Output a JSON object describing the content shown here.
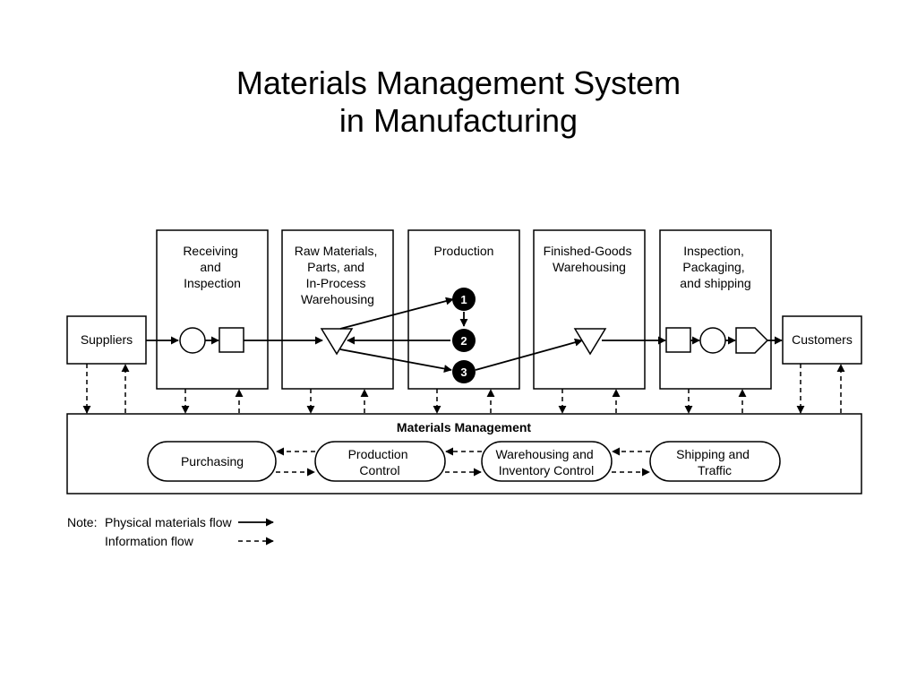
{
  "title": {
    "line1": "Materials Management System",
    "line2": "in Manufacturing"
  },
  "stages": [
    {
      "lines": [
        "Receiving",
        "and",
        "Inspection"
      ]
    },
    {
      "lines": [
        "Raw Materials,",
        "Parts, and",
        "In-Process",
        "Warehousing"
      ]
    },
    {
      "lines": [
        "Production"
      ]
    },
    {
      "lines": [
        "Finished-Goods",
        "Warehousing"
      ]
    },
    {
      "lines": [
        "Inspection,",
        "Packaging,",
        "and shipping"
      ]
    }
  ],
  "ends": {
    "suppliers": "Suppliers",
    "customers": "Customers"
  },
  "production_steps": [
    "1",
    "2",
    "3"
  ],
  "materials_management": {
    "label": "Materials Management",
    "functions": [
      {
        "lines": [
          "Purchasing"
        ]
      },
      {
        "lines": [
          "Production",
          "Control"
        ]
      },
      {
        "lines": [
          "Warehousing and",
          "Inventory Control"
        ]
      },
      {
        "lines": [
          "Shipping and",
          "Traffic"
        ]
      }
    ]
  },
  "note": {
    "prefix": "Note:",
    "physical": "Physical materials flow",
    "information": "Information flow"
  }
}
